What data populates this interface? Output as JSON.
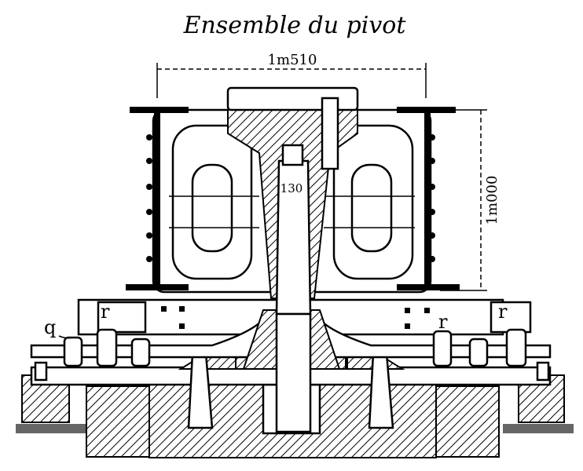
{
  "title": "Ensemble du pivot",
  "dimensions": {
    "width_label": "1m510",
    "height_label": "1m000",
    "shaft_label": "130"
  },
  "labels": {
    "q": "q",
    "r_left": "r",
    "r_mid": "r",
    "r_right": "r"
  }
}
